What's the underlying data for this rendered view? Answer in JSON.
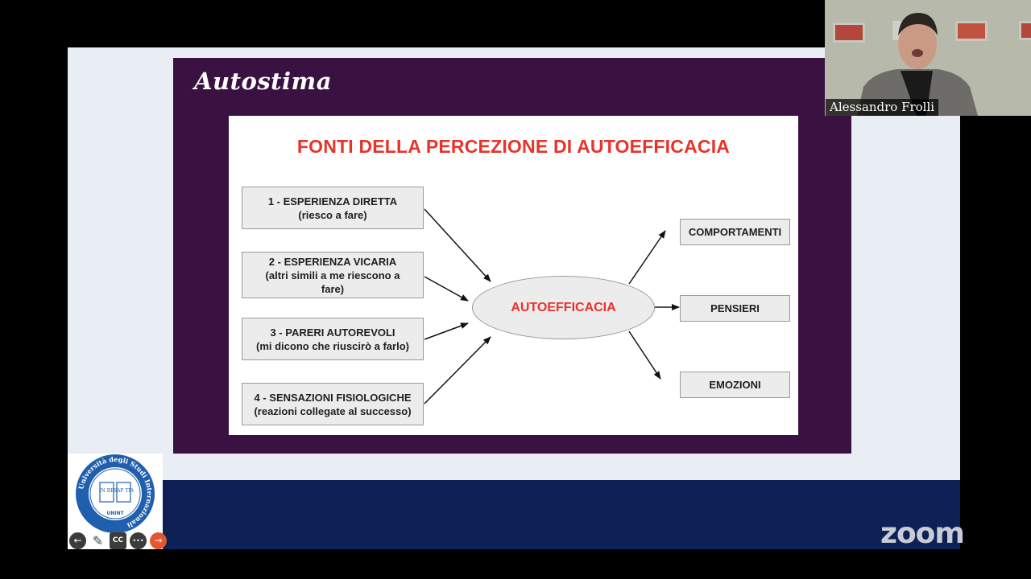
{
  "slide": {
    "title": "Autostima",
    "diagram_title": "FONTI DELLA PERCEZIONE DI AUTOEFFICACIA",
    "sources": [
      {
        "line1": "1 - ESPERIENZA DIRETTA",
        "line2": "(riesco a fare)"
      },
      {
        "line1": "2 - ESPERIENZA VICARIA",
        "line2": "(altri simili a me riescono a",
        "line3": "fare)"
      },
      {
        "line1": "3 - PARERI AUTOREVOLI",
        "line2": "(mi dicono che riuscirò a farlo)"
      },
      {
        "line1": "4  - SENSAZIONI FISIOLOGICHE",
        "line2": "(reazioni collegate al successo)"
      }
    ],
    "center": "AUTOEFFICACIA",
    "outcomes": [
      "COMPORTAMENTI",
      "PENSIERI",
      "EMOZIONI"
    ]
  },
  "webcam": {
    "speaker_name": "Alessandro Frolli"
  },
  "logo": {
    "ring_text": "Università degli Studi Internazionali",
    "motto_left": "IN RE",
    "motto_right": "SAP TIA",
    "name": "UNINT"
  },
  "controls": {
    "icons": [
      "arrow-left-icon",
      "pencil-icon",
      "cc-icon",
      "more-icon",
      "arrow-right-icon"
    ],
    "cc_label": "CC",
    "more_label": "•••"
  },
  "brand": {
    "zoom_wordmark": "zoom"
  },
  "colors": {
    "panel": "#3a1242",
    "footer": "#0d2157",
    "accent_red": "#e8332a"
  }
}
